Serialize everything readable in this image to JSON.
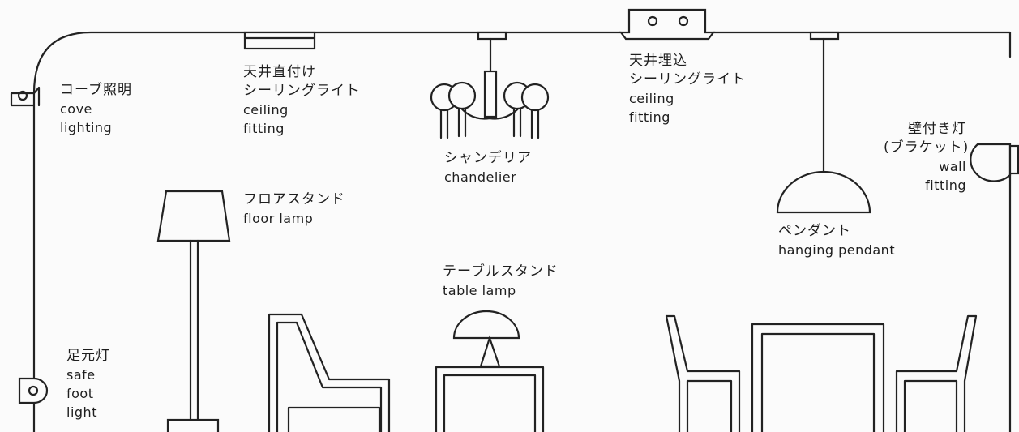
{
  "labels": {
    "cove": {
      "ja": "コーブ照明",
      "en1": "cove",
      "en2": "lighting"
    },
    "ceiling_direct": {
      "ja1": "天井直付け",
      "ja2": "シーリングライト",
      "en1": "ceiling",
      "en2": "fitting"
    },
    "chandelier": {
      "ja": "シャンデリア",
      "en": "chandelier"
    },
    "ceiling_recessed": {
      "ja1": "天井埋込",
      "ja2": "シーリングライト",
      "en1": "ceiling",
      "en2": "fitting"
    },
    "wall": {
      "ja1": "壁付き灯",
      "ja2": "(ブラケット)",
      "en1": "wall",
      "en2": "fitting"
    },
    "floor_lamp": {
      "ja": "フロアスタンド",
      "en": "floor lamp"
    },
    "pendant": {
      "ja": "ペンダント",
      "en": "hanging pendant"
    },
    "table_lamp": {
      "ja": "テーブルスタンド",
      "en": "table lamp"
    },
    "safe_foot": {
      "ja": "足元灯",
      "en1": "safe",
      "en2": "foot",
      "en3": "light"
    }
  },
  "colors": {
    "ink": "#222222",
    "paper": "#fbfbfb"
  }
}
